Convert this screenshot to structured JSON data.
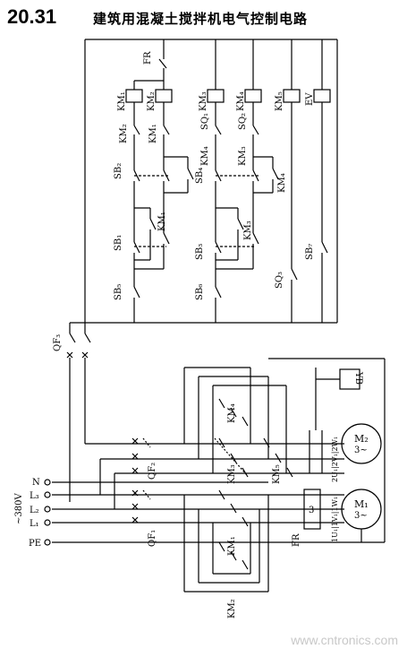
{
  "figure": {
    "number": "20.31",
    "title": "建筑用混凝土搅拌机电气控制电路"
  },
  "control_labels": {
    "fr_top": "FR",
    "km1_coil": "KM₁",
    "km2_coil": "KM₂",
    "km3_coil": "KM₃",
    "km4_coil": "KM₄",
    "km5_coil": "KM₅",
    "ev_coil": "EV",
    "km2_nc": "KM₂",
    "km1_nc": "KM₁",
    "km4_nc": "KM₄",
    "km3_nc": "KM₃",
    "sq1_a": "SQ₁",
    "sq2_a": "SQ₂",
    "sb2": "SB₂",
    "sb4": "SB₄",
    "km4_no": "KM₄",
    "km1_no": "KM₁",
    "km3_no": "KM₃",
    "sb1": "SB₁",
    "sb3": "SB₃",
    "sb7": "SB₇",
    "sq3": "SQ₃",
    "sb5": "SB₅",
    "sb6": "SB₆"
  },
  "power_labels": {
    "qf3": "QF₃",
    "yb": "YB",
    "km4_main": "KM₄",
    "km3_main": "KM₃",
    "km5_main": "KM₅",
    "qf2": "QF₂",
    "m2": "M₂",
    "m2_phase": "3~",
    "m2_terms": "2U₁|2V₁|2W₁",
    "n": "N",
    "l3": "L₃",
    "l2": "L₂",
    "l1": "L₁",
    "voltage": "~380V",
    "pe": "PE",
    "qf1": "QF₁",
    "km1_main": "KM₁",
    "km2_main": "KM₂",
    "fr_main": "FR",
    "fr_num": "3",
    "m1": "M₁",
    "m1_phase": "3~",
    "m1_terms": "1U₁|1V₁|1W₁"
  },
  "watermark": "www.cntronics.com"
}
